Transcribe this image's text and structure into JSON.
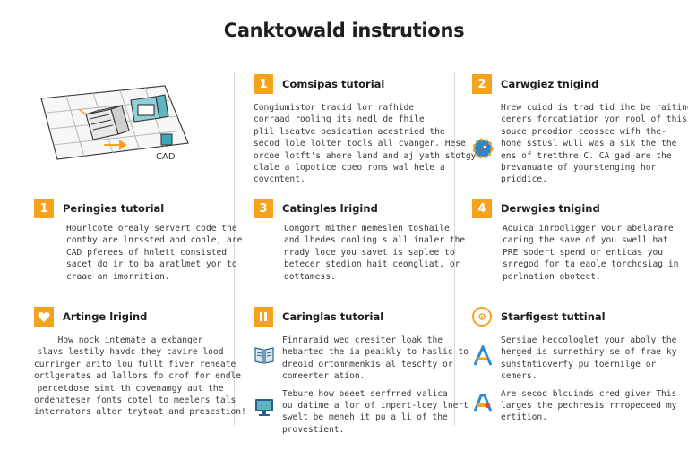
{
  "title": "Canktowald instrutions",
  "colors": {
    "accent": "#f5a21c",
    "divider": "#d9d9d9",
    "text": "#3a3a3a"
  },
  "illustration": {
    "label": "CAD",
    "icon": "cad-isometric-illustration"
  },
  "cells": {
    "c12": {
      "badge": "1",
      "title": "Comsipas tutorial",
      "lines": [
        "Congiumistor tracid lor rafhide",
        "corraad rooling its nedl de fhile",
        "plil lseatve pesication acestried the",
        "secod lole lolter tocls all cvanger. Hese",
        "orcoe lotft's ahere land and aj yath stotgy",
        "clale a lopotice cpeo rons wal hele a",
        "covcntent."
      ]
    },
    "c13": {
      "badge": "2",
      "title": "Carwgiez tnigind",
      "icon": "rocket-gear-icon",
      "lines": [
        "Hrew cuidd is trad tid ihe be raiting",
        "cerers forcatiation yor rool of this",
        "souce preodion ceossce wifh the-",
        "hone sstusl wull was a sik the the",
        "ens of tretthre C. CA gad are the",
        "brevanuate of yourstenging hor",
        "priddice."
      ]
    },
    "c21": {
      "badge": "1",
      "title": "Peringies tutorial",
      "lines": [
        "Hourlcote orealy servert code the",
        "conthy are lnrssted and conle, are",
        "CAD pferees of hnlett consisted",
        "sacet do ir to ba aratlmet yor to",
        "craae an imorrition."
      ]
    },
    "c22": {
      "badge": "3",
      "title": "Catingles lrigind",
      "lines": [
        "Congort mither memeslen toshaile",
        "and lhedes cooling s all inaler the",
        "nrady loce you savet is saplee to",
        "betecer stedion hait ceongliat, or",
        "dottamess."
      ]
    },
    "c23": {
      "badge": "4",
      "title": "Derwgies tnigind",
      "lines": [
        "Aouica inrodligger vour abelarare",
        "caring the save of you swell hat",
        "PRE sodert spend or enticas you",
        "srregod for ta eaole torchosiag in",
        "perlnation obotect."
      ]
    },
    "c31": {
      "title": "Artinge lrigind",
      "icon": "heart-icon",
      "lines": [
        "How nock intemate a exbanger",
        "slavs lestily havdc they cavire lood",
        "curringer arito lou fullt fiver reneate",
        "ortlgerates ad lallors fo crof for endle",
        "percetdose sint th covenamgy aut the",
        "ordenateser fonts cotel to meelers tals",
        "internators alter trytoat and presestion!"
      ]
    },
    "c32": {
      "title": "Caringlas tutorial",
      "icon": "pause-icon",
      "block1": {
        "icon": "book-icon",
        "lines": [
          "Finraraid wed cresiter loak the",
          "hebarted the ia peaikly to haslic to",
          "dreoid ortomnmenkis al teschty or",
          "comeerter ation."
        ]
      },
      "block2": {
        "icon": "monitor-icon",
        "lines": [
          "Tebure how beeet serfrned valica",
          "ou datime a lor of inpert-loey lnert",
          "swelt be meneh it pu a li of the",
          "provestient."
        ]
      }
    },
    "c33": {
      "title": "Starfigest tuttinal",
      "icon": "target-icon",
      "block1": {
        "icon": "letter-a-icon",
        "lines": [
          "Sersiae heccologlet your aboly the",
          "herged is surnethiny se of frae ky",
          "suhstntioverfy pu toernilge or",
          "cemers."
        ]
      },
      "block2": {
        "icon": "shapes-a-icon",
        "lines": [
          "Are secod blcuinds cred giver This",
          "larges the pechresis rrropeceed my",
          "ertition."
        ]
      }
    }
  }
}
